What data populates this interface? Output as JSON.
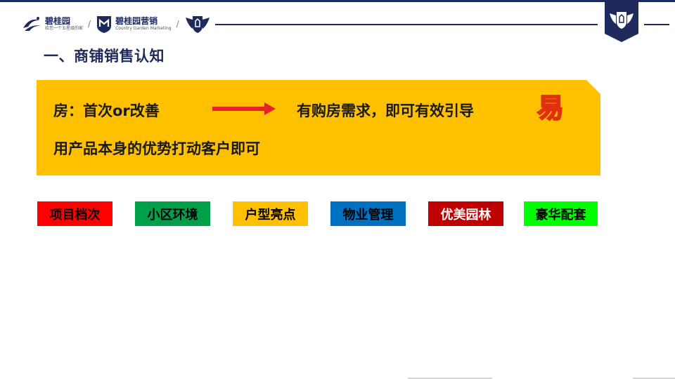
{
  "header": {
    "logo1": {
      "name": "碧桂园",
      "tagline": "给您一个五星级的家"
    },
    "logo2": {
      "name": "碧桂园营销",
      "tagline": "Country Garden Marketing"
    },
    "separator": "/",
    "colors": {
      "navy": "#1f2a5c"
    }
  },
  "page_title": "一、商铺销售认知",
  "banner": {
    "line1_left": "房：首次or改善",
    "line1_right": "有购房需求，即可有效引导",
    "badge": "易",
    "line2": "用产品本身的优势打动客户即可",
    "bg_color": "#ffc000",
    "arrow_color": "#e8202a"
  },
  "tags": [
    {
      "label": "项目档次",
      "bg": "#ff0000",
      "fg": "#000000"
    },
    {
      "label": "小区环境",
      "bg": "#00a04a",
      "fg": "#000000"
    },
    {
      "label": "户型亮点",
      "bg": "#ffc000",
      "fg": "#000000"
    },
    {
      "label": "物业管理",
      "bg": "#0070c0",
      "fg": "#000000"
    },
    {
      "label": "优美园林",
      "bg": "#c00000",
      "fg": "#ffffff"
    },
    {
      "label": "豪华配套",
      "bg": "#00ff00",
      "fg": "#000000"
    }
  ]
}
